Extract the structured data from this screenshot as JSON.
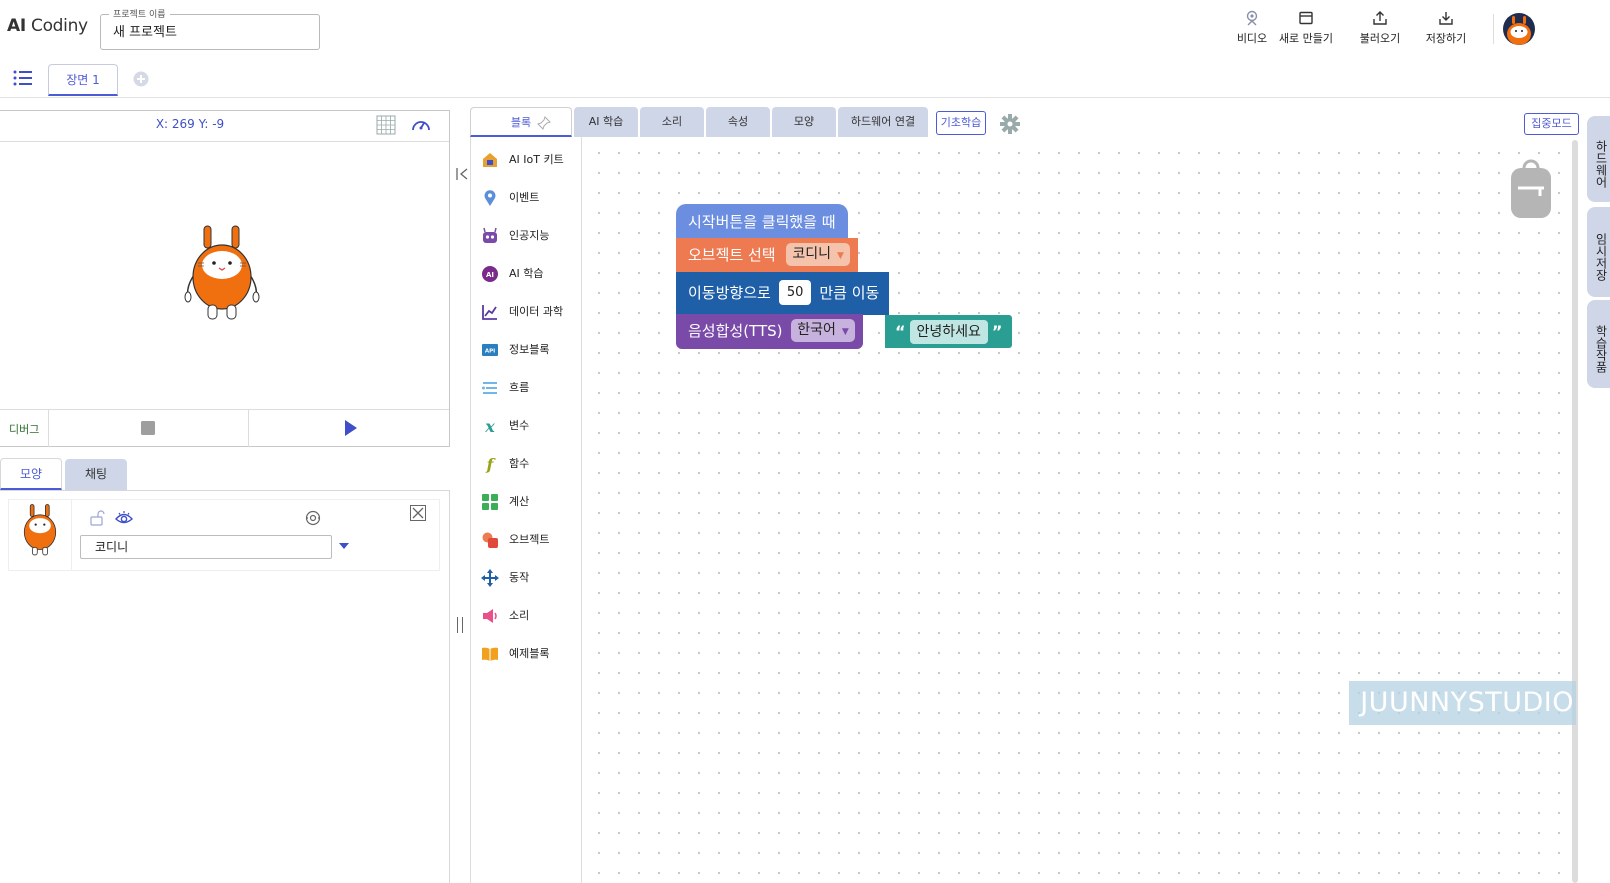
{
  "app": {
    "logo_bold": "AI",
    "logo_rest": " Codiny"
  },
  "project": {
    "label": "프로젝트 이름",
    "name": "새 프로젝트"
  },
  "header_buttons": {
    "video": "비디오",
    "new": "새로 만들기",
    "load": "불러오기",
    "save": "저장하기"
  },
  "scene": {
    "tab": "장면 1"
  },
  "stage": {
    "coord": "X: 269 Y: -9",
    "debug": "디버그"
  },
  "sprite_tabs": {
    "shape": "모양",
    "chat": "채팅"
  },
  "sprite": {
    "name": "코디니"
  },
  "palette_tabs": {
    "blocks": "블록",
    "ai_learning": "AI 학습",
    "sound": "소리",
    "property": "속성",
    "shape": "모양",
    "hardware": "하드웨어 연결",
    "basic": "기초학습"
  },
  "focus_mode": "집중모드",
  "categories": [
    {
      "label": "AI IoT 키트",
      "icon": "home-icon",
      "color": "#e8a030"
    },
    {
      "label": "이벤트",
      "icon": "pin-icon",
      "color": "#5b8fd9"
    },
    {
      "label": "인공지능",
      "icon": "robot-icon",
      "color": "#7a4aa9"
    },
    {
      "label": "AI 학습",
      "icon": "ai-badge-icon",
      "color": "#7a2a8a"
    },
    {
      "label": "데이터 과학",
      "icon": "chart-icon",
      "color": "#5a3aa0"
    },
    {
      "label": "정보블록",
      "icon": "api-icon",
      "color": "#2a7fc0"
    },
    {
      "label": "흐름",
      "icon": "flow-icon",
      "color": "#6fb7e8"
    },
    {
      "label": "변수",
      "icon": "variable-icon",
      "color": "#2a9e93"
    },
    {
      "label": "함수",
      "icon": "function-icon",
      "color": "#9aa21a"
    },
    {
      "label": "계산",
      "icon": "grid-icon",
      "color": "#3cae5a"
    },
    {
      "label": "오브젝트",
      "icon": "object-icon",
      "color": "#ee7a52"
    },
    {
      "label": "동작",
      "icon": "move-icon",
      "color": "#1f5fa8"
    },
    {
      "label": "소리",
      "icon": "speaker-icon",
      "color": "#e8508a"
    },
    {
      "label": "예제블록",
      "icon": "book-icon",
      "color": "#f2a020"
    }
  ],
  "blocks": {
    "hat": "시작버튼을 클릭했을 때",
    "select_object": "오브젝트 선택",
    "object_value": "코디니",
    "move_prefix": "이동방향으로",
    "move_value": "50",
    "move_suffix": "만큼 이동",
    "tts": "음성합성(TTS)",
    "tts_lang": "한국어",
    "tts_text": "안녕하세요",
    "quote_open": "“",
    "quote_close": "”"
  },
  "watermark": "JUUNNYSTUDIO",
  "side_tabs": {
    "hardware": "하드웨어",
    "temp_save": "임시저장",
    "works": "학습작품"
  },
  "colors": {
    "accent": "#4d5bd6",
    "hat": "#6b8ee0",
    "object": "#ee7a52",
    "move": "#1f5fa8",
    "tts": "#7a4aa9",
    "text": "#2a9e93",
    "mascot": "#f07010"
  }
}
